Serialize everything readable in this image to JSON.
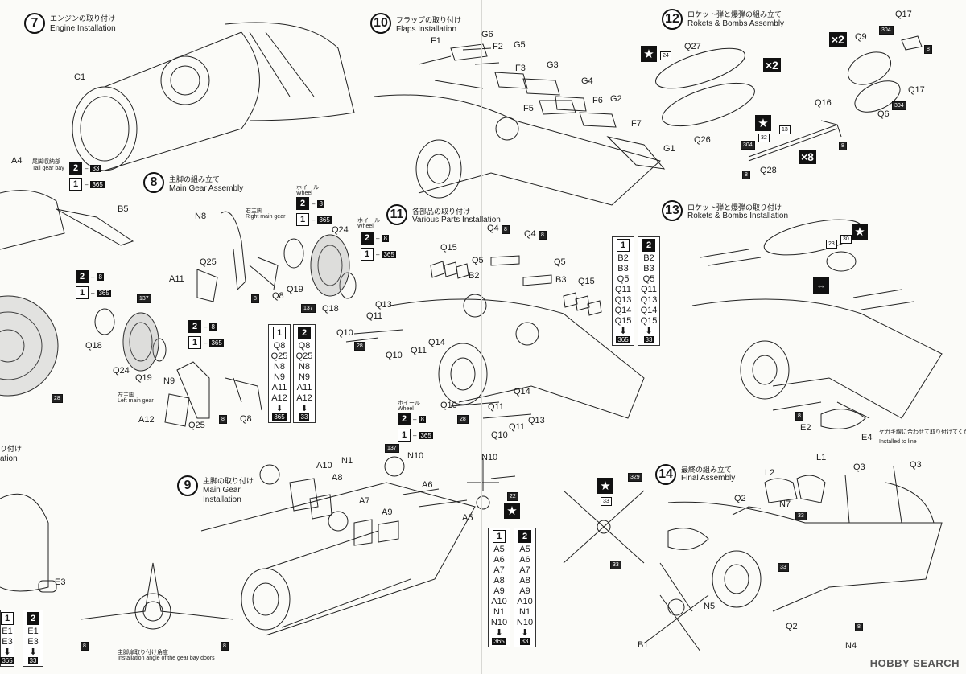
{
  "steps": {
    "s7": {
      "num": "7",
      "jp": "エンジンの取り付け",
      "en": "Engine Installation"
    },
    "s8": {
      "num": "8",
      "jp": "主脚の組み立て",
      "en": "Main Gear Assembly"
    },
    "s9": {
      "num": "9",
      "jp": "主脚の取り付け",
      "en1": "Main Gear",
      "en2": "Installation"
    },
    "s10": {
      "num": "10",
      "jp": "フラップの取り付け",
      "en": "Flaps Installation"
    },
    "s11": {
      "num": "11",
      "jp": "各部品の取り付け",
      "en": "Various Parts Installation"
    },
    "s12": {
      "num": "12",
      "jp": "ロケット弾と爆弾の組み立て",
      "en": "Rokets & Bombs Assembly"
    },
    "s13": {
      "num": "13",
      "jp": "ロケット弾と爆弾の取り付け",
      "en": "Rokets & Bombs Installation"
    },
    "s14": {
      "num": "14",
      "jp": "最終の組み立て",
      "en": "Final Assembly"
    }
  },
  "labels": {
    "c1": "C1",
    "a4": "A4",
    "b5": "B5",
    "tail_jp": "尾脚収納部",
    "tail_en": "Tail gear bay",
    "n8": "N8",
    "right_jp": "右主脚",
    "right_en": "Right main gear",
    "q25": "Q25",
    "a11": "A11",
    "q19": "Q19",
    "q24": "Q24",
    "q18": "Q18",
    "q8": "Q8",
    "n9": "N9",
    "a12": "A12",
    "left_jp": "左主脚",
    "left_en": "Left main gear",
    "wheel_jp": "ホイール",
    "wheel_en": "Wheel",
    "e3": "E3",
    "a10": "A10",
    "a8": "A8",
    "n1": "N1",
    "n10": "N10",
    "a6": "A6",
    "a7": "A7",
    "a9": "A9",
    "a5": "A5",
    "angle_jp": "主脚扉取り付け角度",
    "angle_en": "Installation angle of the gear bay doors",
    "f1": "F1",
    "g6": "G6",
    "f2": "F2",
    "g5": "G5",
    "f3": "F3",
    "g3": "G3",
    "g4": "G4",
    "f5": "F5",
    "f6": "F6",
    "g2": "G2",
    "f7": "F7",
    "g1": "G1",
    "q15": "Q15",
    "q4": "Q4",
    "q5": "Q5",
    "b2": "B2",
    "b3": "B3",
    "q13": "Q13",
    "q11": "Q11",
    "q10": "Q10",
    "q14": "Q14",
    "q27": "Q27",
    "q26": "Q26",
    "q9": "Q9",
    "q17": "Q17",
    "q6": "Q6",
    "q16": "Q16",
    "q28": "Q28",
    "e2": "E2",
    "e4": "E4",
    "line_jp": "ケガキ線に合わせて取り付けてください",
    "line_en": "Installed to line",
    "l1": "L1",
    "l2": "L2",
    "q2": "Q2",
    "q3": "Q3",
    "n7": "N7",
    "n5": "N5",
    "b1": "B1",
    "n4": "N4",
    "x2": "×2",
    "x8": "×8",
    "star": "★"
  },
  "paints": {
    "p8": "8",
    "p33": "33",
    "p365": "365",
    "p137": "137",
    "p28": "28",
    "p304": "304",
    "p329": "329",
    "p13": "13",
    "p22": "22",
    "p23": "23",
    "p24": "24",
    "p30": "30",
    "p32": "32"
  },
  "variants": {
    "v1": "1",
    "v2": "2"
  },
  "tables": {
    "t8a": {
      "items": [
        "Q8",
        "Q25",
        "N8",
        "N9",
        "A11",
        "A12"
      ],
      "paint": "365"
    },
    "t8b": {
      "items": [
        "Q8",
        "Q25",
        "N8",
        "N9",
        "A11",
        "A12"
      ],
      "paint": "33"
    },
    "t9a": {
      "items": [
        "A5",
        "A6",
        "A7",
        "A8",
        "A9",
        "A10",
        "N1",
        "N10"
      ],
      "paint": "365"
    },
    "t9b": {
      "items": [
        "A5",
        "A6",
        "A7",
        "A8",
        "A9",
        "A10",
        "N1",
        "N10"
      ],
      "paint": "33"
    },
    "t11a": {
      "items": [
        "B2",
        "B3",
        "Q5",
        "Q11",
        "Q13",
        "Q14",
        "Q15"
      ],
      "paint": "365"
    },
    "t11b": {
      "items": [
        "B2",
        "B3",
        "Q5",
        "Q11",
        "Q13",
        "Q14",
        "Q15"
      ],
      "paint": "33"
    },
    "tleftA": {
      "items": [
        "E1",
        "E3"
      ],
      "paint": "365"
    },
    "tleftB": {
      "items": [
        "E1",
        "E3"
      ],
      "paint": "33"
    }
  },
  "partial_left": {
    "text1": "り付け",
    "text2": "ation"
  },
  "watermark": "HOBBY SEARCH"
}
